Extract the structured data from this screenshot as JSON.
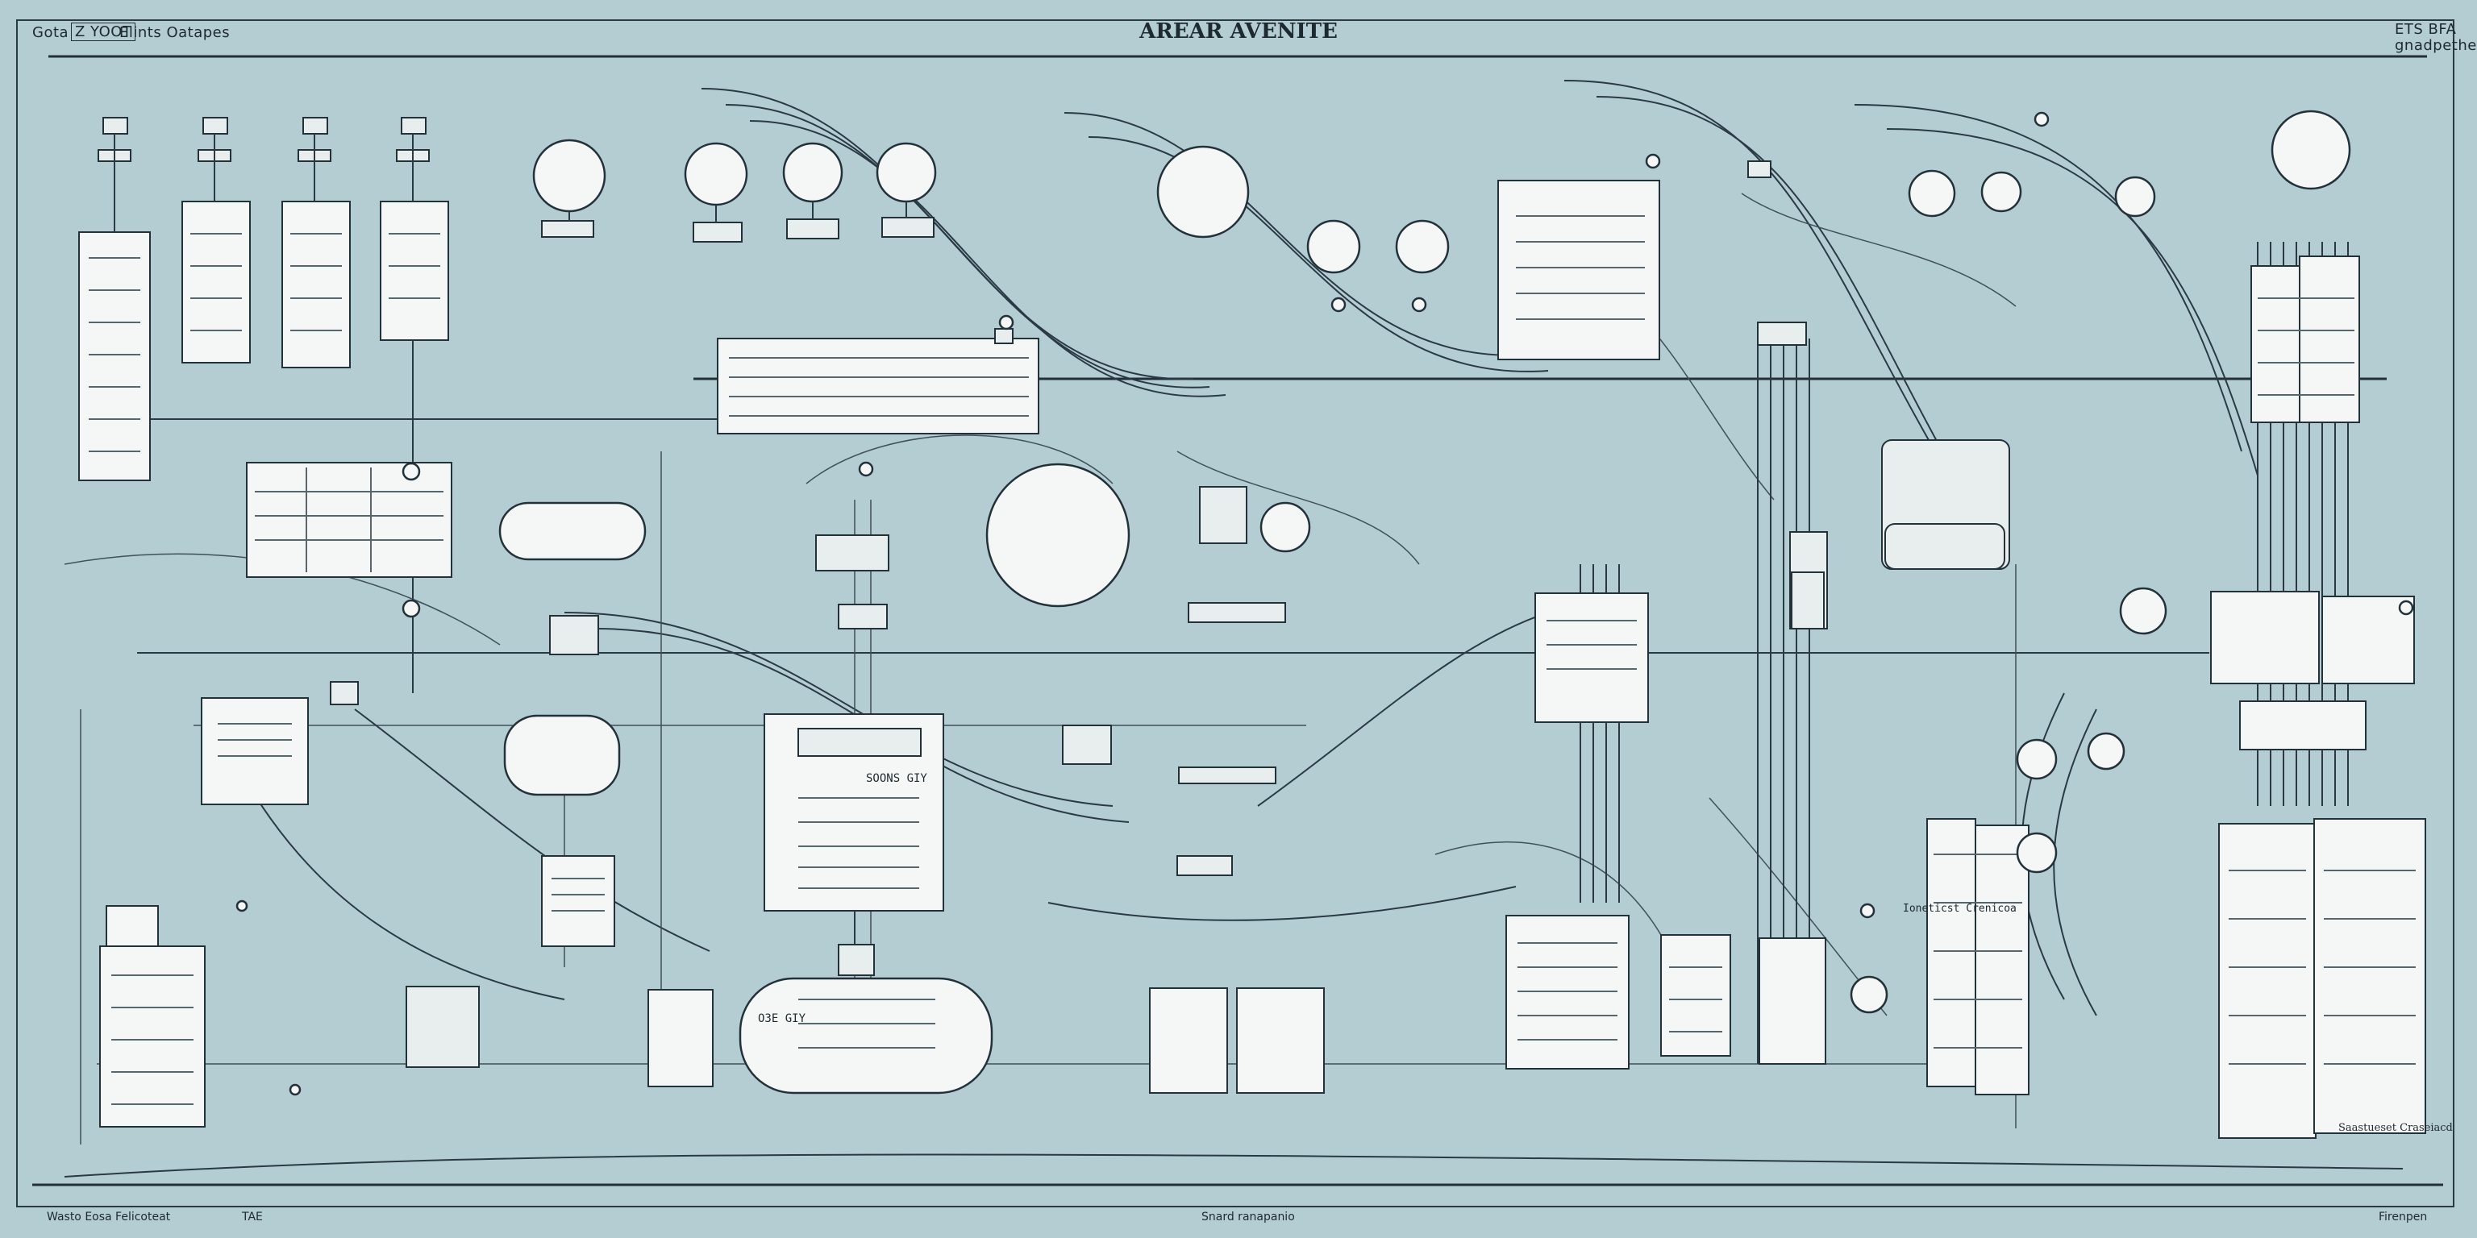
{
  "header": {
    "left_a": "Gota",
    "left_b": "Z YOOT",
    "left_c": "Elints Oatapes",
    "title": "AREAR AVENITE",
    "right_a": "ETS BFA",
    "right_b": "gnadpethe"
  },
  "footer": {
    "left": "Wasto Eosa Felicoteat",
    "left_tag": "TAE",
    "center": "Snard ranapanio",
    "right": "Firenpen"
  },
  "panels": {
    "center_ribbon": "Ioneticst Crenicoa",
    "center_box_head": "SOONS GIY",
    "lower_box_head": "O3E GIY",
    "right_stand_caption": "Saastueset Craseiacd"
  }
}
